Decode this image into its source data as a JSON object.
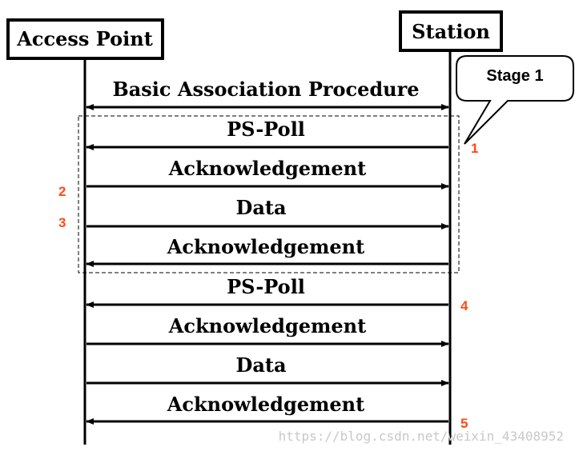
{
  "participants": {
    "left": "Access Point",
    "right": "Station"
  },
  "callout": "Stage 1",
  "messages": [
    {
      "label": "Basic Association Procedure",
      "direction": "both"
    },
    {
      "label": "PS-Poll",
      "direction": "left"
    },
    {
      "label": "Acknowledgement",
      "direction": "right"
    },
    {
      "label": "Data",
      "direction": "right"
    },
    {
      "label": "Acknowledgement",
      "direction": "left"
    },
    {
      "label": "PS-Poll",
      "direction": "left"
    },
    {
      "label": "Acknowledgement",
      "direction": "right"
    },
    {
      "label": "Data",
      "direction": "right"
    },
    {
      "label": "Acknowledgement",
      "direction": "left"
    }
  ],
  "step_numbers": [
    "1",
    "2",
    "3",
    "4",
    "5"
  ],
  "watermark": "https://blog.csdn.net/weixin_43408952",
  "colors": {
    "step_number": "#ff4a14",
    "line": "#000000",
    "watermark": "#c8c8c8"
  }
}
